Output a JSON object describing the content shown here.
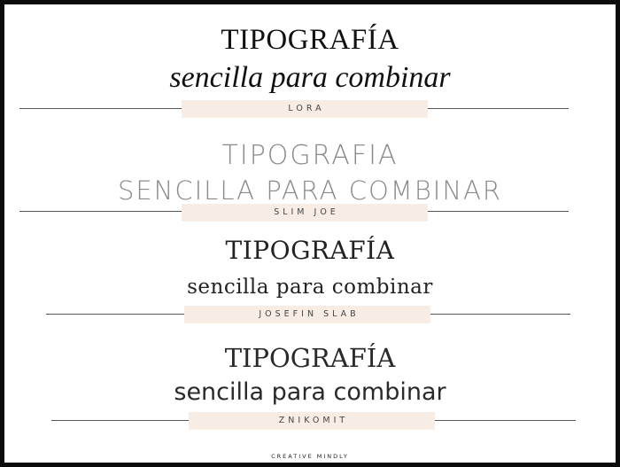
{
  "samples": [
    {
      "title": "TIPOGRAFÍA",
      "subtitle": "sencilla para combinar",
      "font_label": "LORA"
    },
    {
      "title": "TIPOGRAFIA",
      "subtitle": "SENCILLA PARA COMBINAR",
      "font_label": "SLIM JOE"
    },
    {
      "title": "TIPOGRAFÍA",
      "subtitle": "sencilla para combinar",
      "font_label": "JOSEFIN SLAB"
    },
    {
      "title": "TIPOGRAFÍA",
      "subtitle": "sencilla para combinar",
      "font_label": "ZNIKOMIT"
    }
  ],
  "footer": "CREATIVE MINDLY",
  "colors": {
    "frame": "#0b0b0b",
    "label_background": "#f8ede4",
    "slim_text": "#8a8a8a",
    "rule": "#555555"
  }
}
